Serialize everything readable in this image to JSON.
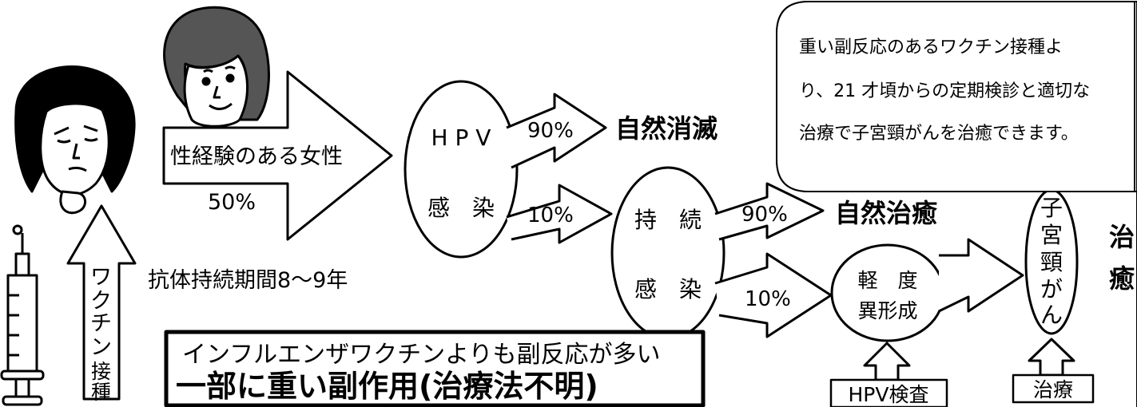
{
  "note": {
    "lines": [
      "重い副反応のあるワクチン接種よ",
      "り、21 才頃からの定期検診と適切な",
      "治療で子宮頸がんを治癒できます。"
    ]
  },
  "arrows": {
    "women_label": "性経験のある女性",
    "women_pct": "50%",
    "vaccine_label": "ワクチン接種",
    "antibody_label": "抗体持続期間8〜9年"
  },
  "warning": {
    "line1": "インフルエンザワクチンよりも副反応が多い",
    "line2": "一部に重い副作用(治療法不明)"
  },
  "nodes": {
    "hpv_infection": {
      "top": "H P V",
      "bottom": "感　染"
    },
    "persistent_infection": {
      "top": "持　続",
      "bottom": "感　染"
    },
    "mild_dysplasia": {
      "top": "軽　度",
      "bottom": "異形成"
    },
    "cervical_cancer": {
      "chars": [
        "子",
        "宮",
        "頸",
        "が",
        "ん"
      ]
    }
  },
  "branches": {
    "hpv_to_clear_pct": "90%",
    "hpv_to_clear_label": "自然消滅",
    "hpv_to_persist_pct": "10%",
    "persist_to_heal_pct": "90%",
    "persist_to_heal_label": "自然治癒",
    "persist_to_dysplasia_pct": "10%",
    "cancer_outcome_chars": [
      "治",
      "癒"
    ]
  },
  "checks": {
    "hpv_test": "HPV検査",
    "treatment": "治療"
  },
  "colors": {
    "line": "#000000",
    "background": "#ffffff"
  }
}
